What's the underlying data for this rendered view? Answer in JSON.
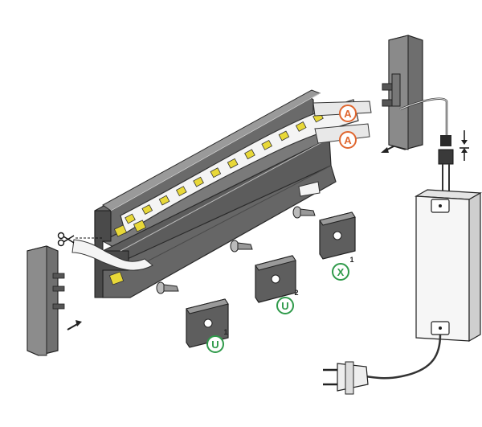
{
  "labels": {
    "tape_a": "A",
    "diffuser_a": "A",
    "clip_u_lower": "U",
    "clip_u_lower_sup": "1",
    "clip_u_upper": "U",
    "clip_u_upper_sup": "2",
    "clip_x": "X",
    "clip_x_sup": "1"
  },
  "colors": {
    "profile_dark": "#5a5a5a",
    "profile_mid": "#6e6e6e",
    "profile_light": "#8c8c8c",
    "outline": "#2a2a2a",
    "badge_orange": "#e0662f",
    "badge_green": "#2f9a4a",
    "led_yellow": "#e8d838",
    "tape_white": "#f4f4f4"
  },
  "icons": [
    "scissors-icon",
    "arrow-icon",
    "plug-icon",
    "power-supply-icon",
    "screw-icon",
    "mounting-clip-icon"
  ]
}
